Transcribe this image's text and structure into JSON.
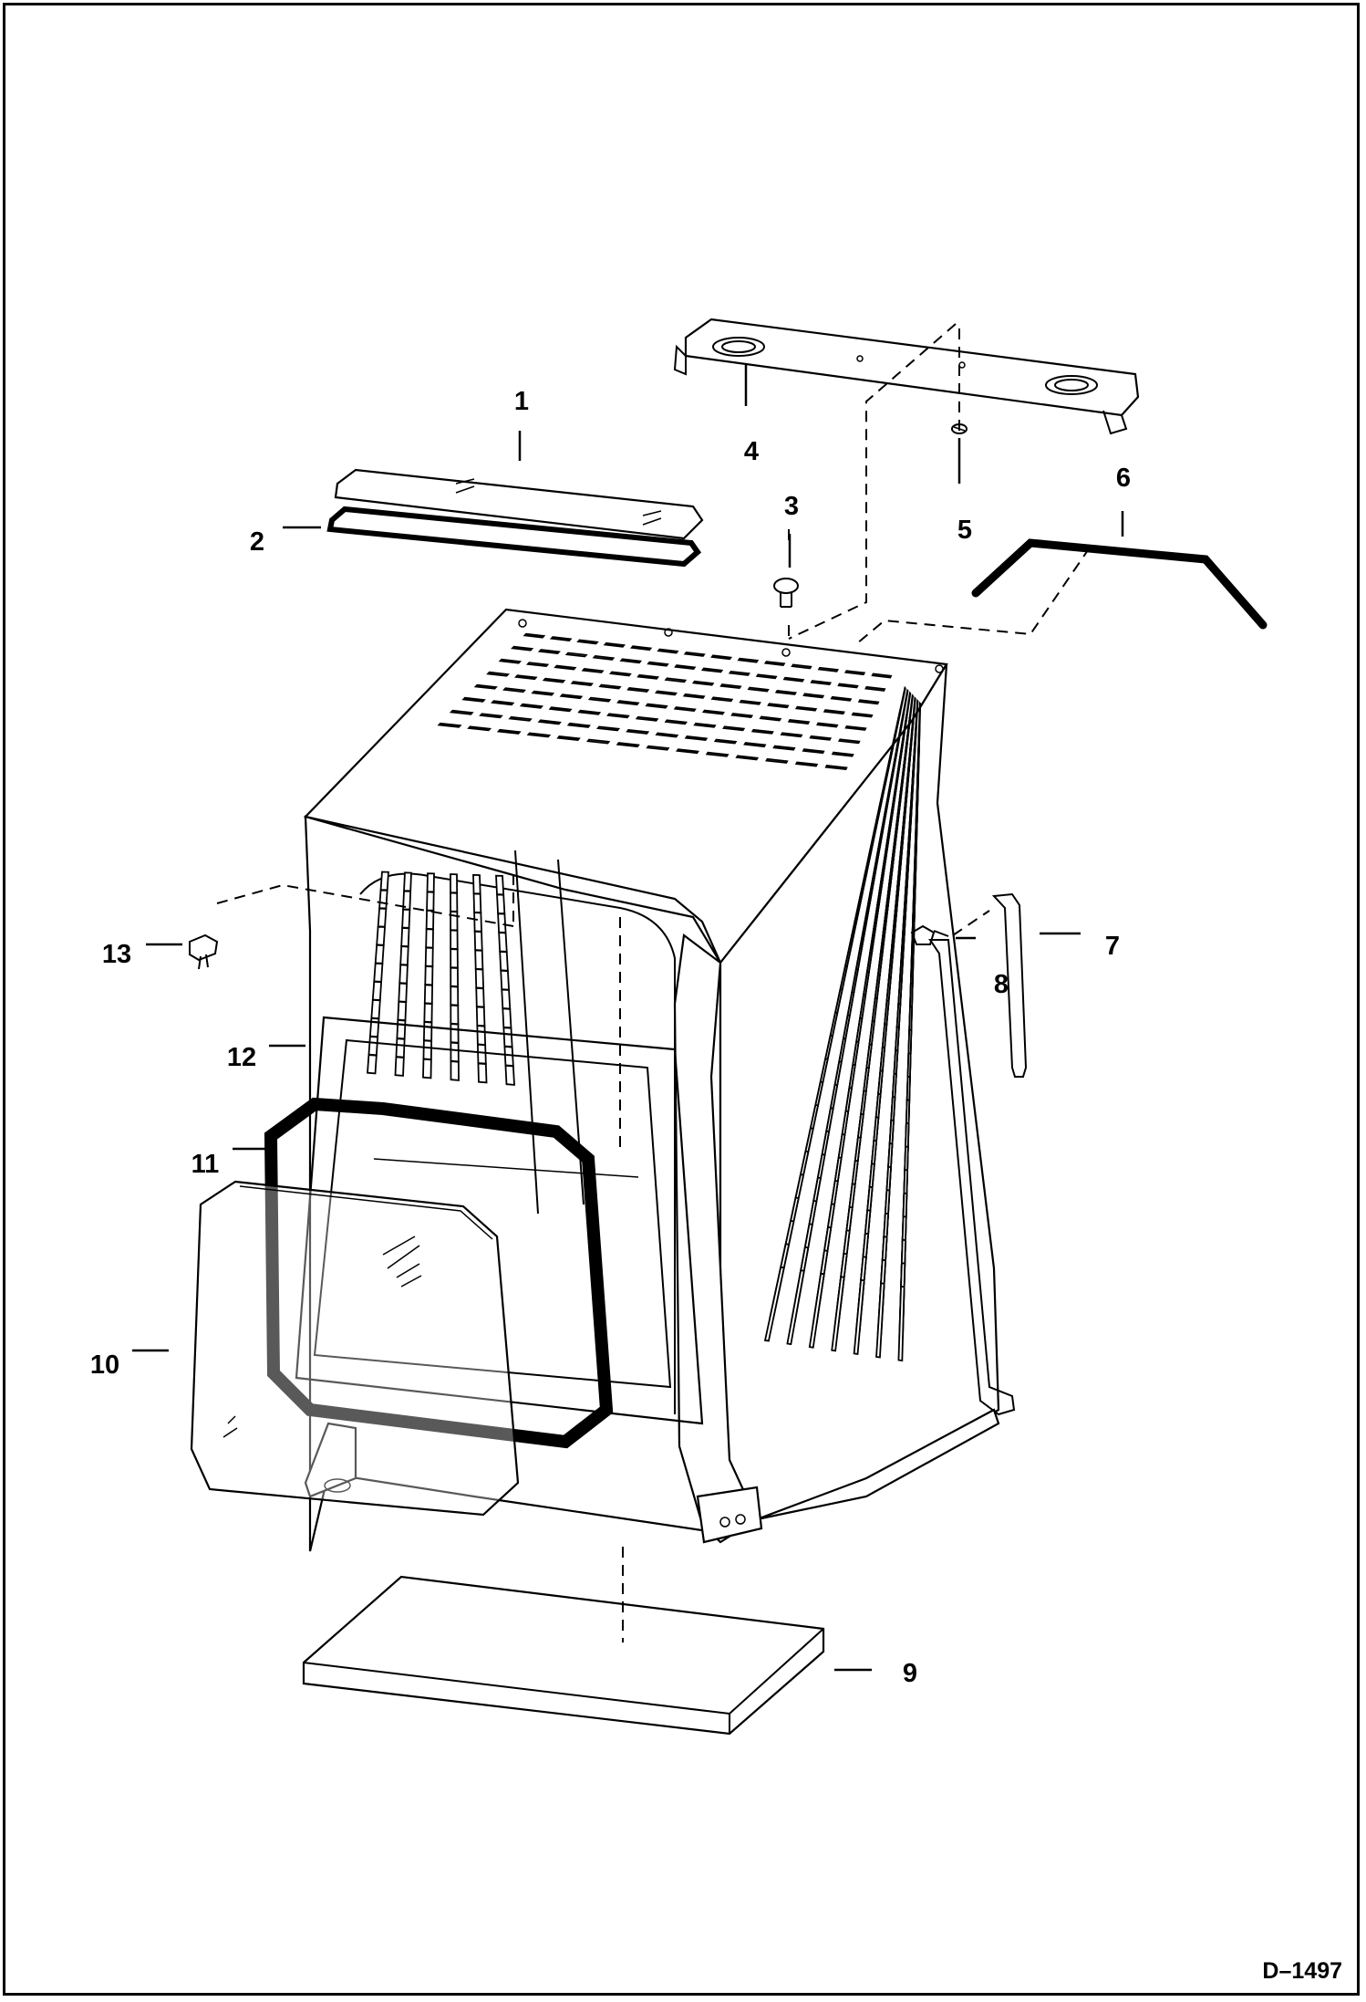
{
  "diagram": {
    "callouts": [
      {
        "id": "1",
        "text": "1"
      },
      {
        "id": "2",
        "text": "2"
      },
      {
        "id": "3",
        "text": "3"
      },
      {
        "id": "4",
        "text": "4"
      },
      {
        "id": "5",
        "text": "5"
      },
      {
        "id": "6",
        "text": "6"
      },
      {
        "id": "7",
        "text": "7"
      },
      {
        "id": "8",
        "text": "8"
      },
      {
        "id": "9",
        "text": "9"
      },
      {
        "id": "10",
        "text": "10"
      },
      {
        "id": "11",
        "text": "11"
      },
      {
        "id": "12",
        "text": "12"
      },
      {
        "id": "13",
        "text": "13"
      }
    ],
    "drawing_id": "D–1497",
    "line_color": "#000000",
    "background_color": "#ffffff"
  }
}
